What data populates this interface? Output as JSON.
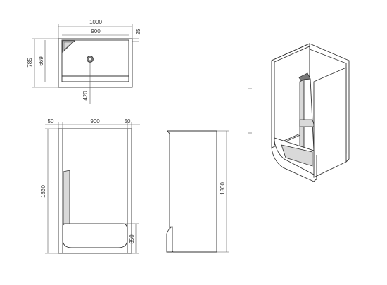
{
  "dimensions": {
    "top_width_overall": "1000",
    "top_width_inner": "900",
    "top_right_offset": "25",
    "top_depth_overall": "785",
    "top_depth_inner": "669",
    "top_drain_offset": "420",
    "front_left_wall": "50",
    "front_inner_width": "900",
    "front_right_wall": "50",
    "front_height": "1830",
    "front_step_height": "350",
    "side_height": "1800"
  },
  "colors": {
    "line": "#333333",
    "dimension_line": "#555555",
    "panel_shade": "#d9d9d9",
    "drain": "#7a7a7a"
  }
}
